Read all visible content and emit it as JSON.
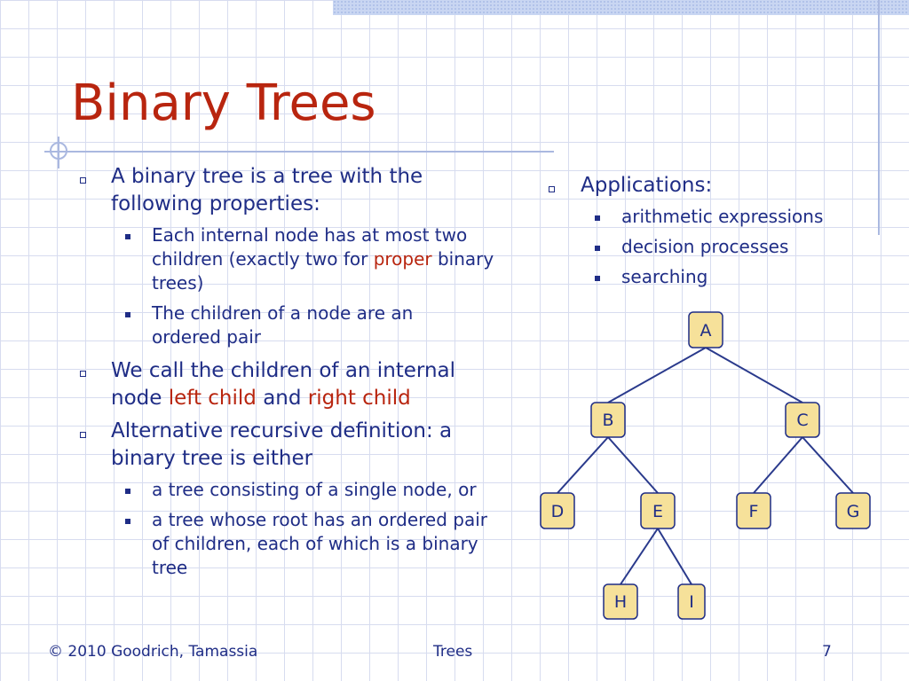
{
  "slide": {
    "title": "Binary Trees",
    "left_column": {
      "item1": {
        "text": "A binary tree is a tree with the following properties:",
        "sub1": {
          "text_a": "Each internal node has at most two children (exactly two for ",
          "highlight": "proper",
          "text_b": " binary trees)"
        },
        "sub2": "The children of a node are an ordered pair"
      },
      "item2": {
        "text_a": "We call the children of an internal node ",
        "highlight_a": "left child",
        "text_b": " and ",
        "highlight_b": "right child"
      },
      "item3": {
        "text": "Alternative recursive definition: a binary tree is either",
        "sub1": "a tree consisting of a single node, or",
        "sub2": "a tree whose root has an ordered pair of children, each of which is a binary tree"
      }
    },
    "right_column": {
      "heading": "Applications:",
      "items": [
        "arithmetic expressions",
        "decision processes",
        "searching"
      ]
    },
    "tree_nodes": {
      "A": "A",
      "B": "B",
      "C": "C",
      "D": "D",
      "E": "E",
      "F": "F",
      "G": "G",
      "H": "H",
      "I": "I"
    },
    "colors": {
      "title": "#b8250f",
      "text": "#1f2d86",
      "highlight": "#b8250f",
      "node_fill": "#f6e19a"
    },
    "footer": {
      "copyright": "© 2010 Goodrich, Tamassia",
      "topic": "Trees",
      "page": "7"
    }
  }
}
